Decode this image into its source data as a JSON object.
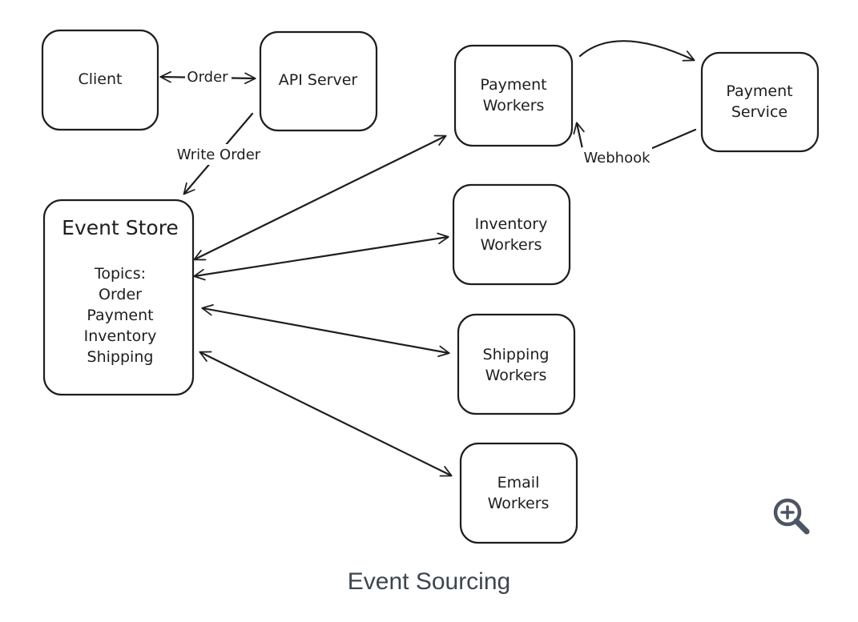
{
  "diagram": {
    "nodes": {
      "client": "Client",
      "api_server": "API Server",
      "event_store": {
        "title": "Event Store",
        "topics": [
          "Topics:",
          "Order",
          "Payment",
          "Inventory",
          "Shipping"
        ]
      },
      "payment_workers": [
        "Payment",
        "Workers"
      ],
      "payment_service": [
        "Payment",
        "Service"
      ],
      "inventory_workers": [
        "Inventory",
        "Workers"
      ],
      "shipping_workers": [
        "Shipping",
        "Workers"
      ],
      "email_workers": [
        "Email",
        "Workers"
      ]
    },
    "edges": {
      "client_api": "Order",
      "api_store": "Write Order",
      "service_workers": "Webhook"
    }
  },
  "zoom": {
    "icon": "zoom-in-icon"
  },
  "caption": "Event Sourcing"
}
